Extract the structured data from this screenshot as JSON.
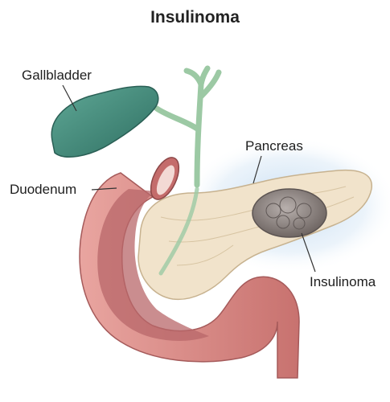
{
  "title": "Insulinoma",
  "labels": {
    "gallbladder": "Gallbladder",
    "duodenum": "Duodenum",
    "pancreas": "Pancreas",
    "insulinoma": "Insulinoma"
  },
  "colors": {
    "gallbladder": "#3f8a7a",
    "bile_duct": "#9cc9a4",
    "duodenum": "#d98b86",
    "duodenum_inner": "#b8676a",
    "pancreas": "#f1e3cb",
    "tumor": "#8f8684",
    "highlight": "#bcd7ef"
  }
}
